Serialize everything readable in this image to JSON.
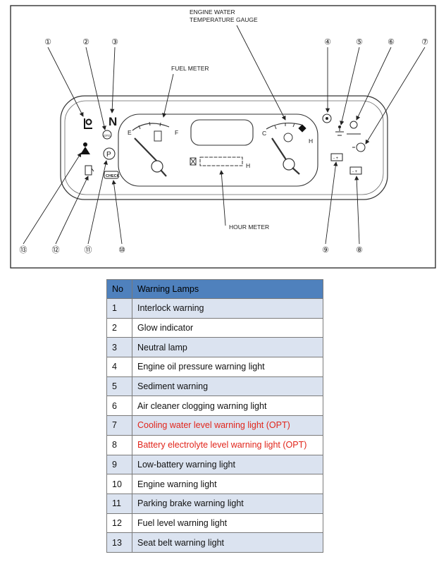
{
  "diagram": {
    "labels": {
      "engine_water": [
        "ENGINE WATER",
        "TEMPERATURE GAUGE"
      ],
      "fuel_meter": "FUEL METER",
      "hour_meter": "HOUR METER",
      "fuel_e": "E",
      "fuel_f": "F",
      "temp_c": "C",
      "temp_h": "H",
      "hour_h": "H",
      "neutral": "N",
      "glow": "OTG",
      "parking": "P",
      "engine": "CHECK"
    },
    "callouts": [
      "①",
      "②",
      "③",
      "④",
      "⑤",
      "⑥",
      "⑦",
      "⑧",
      "⑨",
      "⑩",
      "⑪",
      "⑫",
      "⑬"
    ]
  },
  "table": {
    "headers": [
      "No",
      "Warning Lamps"
    ],
    "accent_color": "#4f81bd",
    "opt_color": "#e1251b",
    "rows": [
      {
        "no": "1",
        "name": "Interlock warning",
        "opt": false
      },
      {
        "no": "2",
        "name": "Glow indicator",
        "opt": false
      },
      {
        "no": "3",
        "name": "Neutral lamp",
        "opt": false
      },
      {
        "no": "4",
        "name": "Engine oil pressure warning light",
        "opt": false
      },
      {
        "no": "5",
        "name": "Sediment warning",
        "opt": false
      },
      {
        "no": "6",
        "name": "Air cleaner clogging warning light",
        "opt": false
      },
      {
        "no": "7",
        "name": "Cooling water level warning light (OPT)",
        "opt": true
      },
      {
        "no": "8",
        "name": "Battery electrolyte level warning light (OPT)",
        "opt": true
      },
      {
        "no": "9",
        "name": "Low-battery warning light",
        "opt": false
      },
      {
        "no": "10",
        "name": "Engine warning light",
        "opt": false
      },
      {
        "no": "11",
        "name": "Parking brake warning light",
        "opt": false
      },
      {
        "no": "12",
        "name": "Fuel level warning light",
        "opt": false
      },
      {
        "no": "13",
        "name": "Seat belt warning light",
        "opt": false
      }
    ]
  }
}
